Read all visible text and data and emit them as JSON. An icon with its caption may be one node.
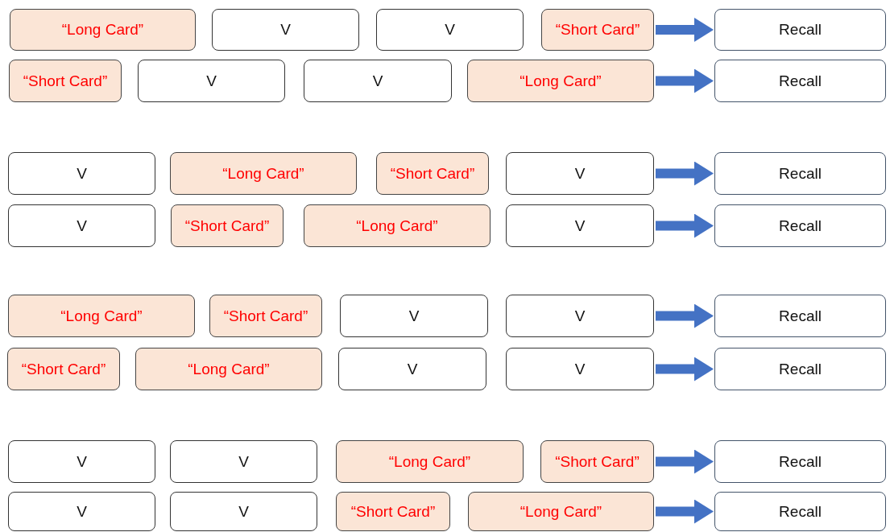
{
  "diagram": {
    "nodes": [
      {
        "text": [
          "“Long Card”"
        ]
      },
      {
        "text": [
          "V"
        ]
      },
      {
        "text": [
          "V"
        ]
      },
      {
        "text": [
          "“Short Card”"
        ]
      },
      {
        "text": [
          "Recall"
        ]
      },
      {
        "text": [
          "“Short Card”"
        ]
      },
      {
        "text": [
          "V"
        ]
      },
      {
        "text": [
          "V"
        ]
      },
      {
        "text": [
          "“Long Card”"
        ]
      },
      {
        "text": [
          "Recall"
        ]
      },
      {
        "text": [
          "V"
        ]
      },
      {
        "text": [
          "“Long Card”"
        ]
      },
      {
        "text": [
          "“Short Card”"
        ]
      },
      {
        "text": [
          "V"
        ]
      },
      {
        "text": [
          "Recall"
        ]
      },
      {
        "text": [
          "V"
        ]
      },
      {
        "text": [
          "“Short Card”"
        ]
      },
      {
        "text": [
          "“Long Card”"
        ]
      },
      {
        "text": [
          "V"
        ]
      },
      {
        "text": [
          "Recall"
        ]
      },
      {
        "text": [
          "“Long Card”"
        ]
      },
      {
        "text": [
          "“Short Card”"
        ]
      },
      {
        "text": [
          "V"
        ]
      },
      {
        "text": [
          "V"
        ]
      },
      {
        "text": [
          "Recall"
        ]
      },
      {
        "text": [
          "“Short Card”"
        ]
      },
      {
        "text": [
          "“Long Card”"
        ]
      },
      {
        "text": [
          "V"
        ]
      },
      {
        "text": [
          "V"
        ]
      },
      {
        "text": [
          "Recall"
        ]
      },
      {
        "text": [
          "V"
        ]
      },
      {
        "text": [
          "V"
        ]
      },
      {
        "text": [
          "“Long Card”"
        ]
      },
      {
        "text": [
          "“Short Card”"
        ]
      },
      {
        "text": [
          "Recall"
        ]
      },
      {
        "text": [
          "V"
        ]
      },
      {
        "text": [
          "V"
        ]
      },
      {
        "text": [
          "“Short Card”"
        ]
      },
      {
        "text": [
          "“Long Card”"
        ]
      },
      {
        "text": [
          "Recall"
        ]
      }
    ],
    "edges": [
      {
        "from": 3,
        "to": 4,
        "arrow": "to"
      },
      {
        "from": 8,
        "to": 9,
        "arrow": "to"
      },
      {
        "from": 13,
        "to": 14,
        "arrow": "to"
      },
      {
        "from": 18,
        "to": 19,
        "arrow": "to"
      },
      {
        "from": 23,
        "to": 24,
        "arrow": "to"
      },
      {
        "from": 28,
        "to": 29,
        "arrow": "to"
      },
      {
        "from": 33,
        "to": 34,
        "arrow": "to"
      },
      {
        "from": 38,
        "to": 39,
        "arrow": "to"
      }
    ]
  }
}
